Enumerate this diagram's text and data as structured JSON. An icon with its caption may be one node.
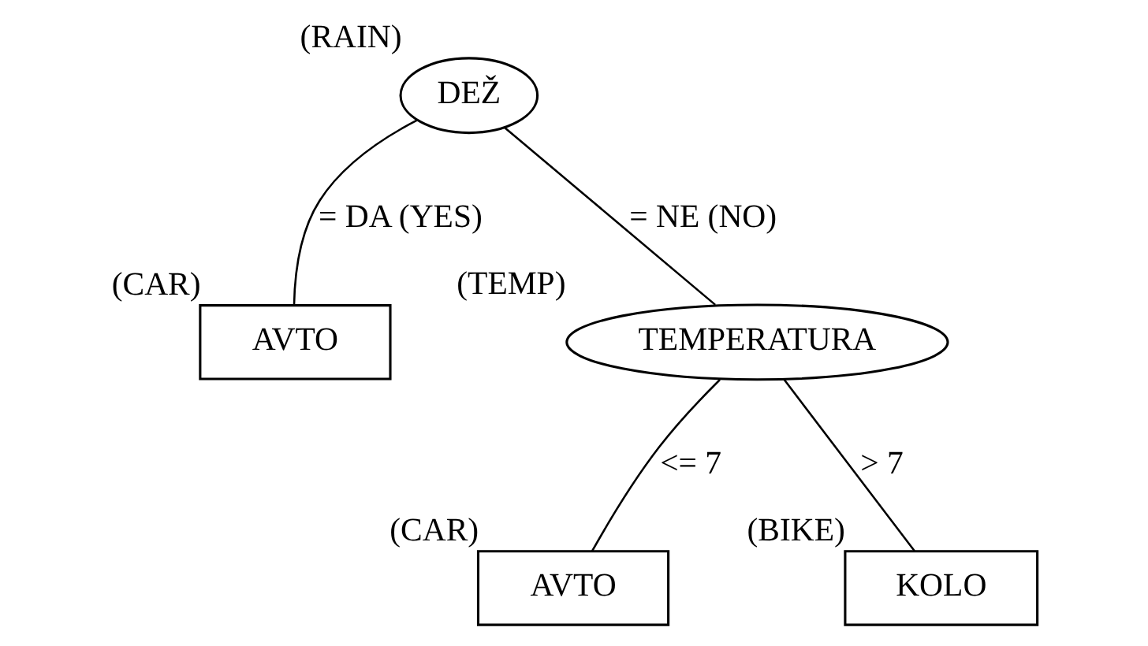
{
  "diagram": {
    "nodes": [
      {
        "text": [
          "DEŽ"
        ],
        "beside": [
          "(RAIN)"
        ]
      },
      {
        "text": [
          "AVTO"
        ],
        "beside": [
          "(CAR)"
        ]
      },
      {
        "text": [
          "TEMPERATURA"
        ],
        "beside": [
          "(TEMP)"
        ]
      },
      {
        "text": [
          "AVTO"
        ],
        "beside": [
          "(CAR)"
        ]
      },
      {
        "text": [
          "KOLO"
        ],
        "beside": [
          "(BIKE)"
        ]
      }
    ],
    "edges": [
      {
        "from": 0,
        "to": 1,
        "arrow": "none",
        "label": "= DA (YES)"
      },
      {
        "from": 0,
        "to": 2,
        "arrow": "none",
        "label": "= NE (NO)"
      },
      {
        "from": 2,
        "to": 3,
        "arrow": "none",
        "label": "<= 7"
      },
      {
        "from": 2,
        "to": 4,
        "arrow": "none",
        "label": "> 7"
      }
    ]
  }
}
